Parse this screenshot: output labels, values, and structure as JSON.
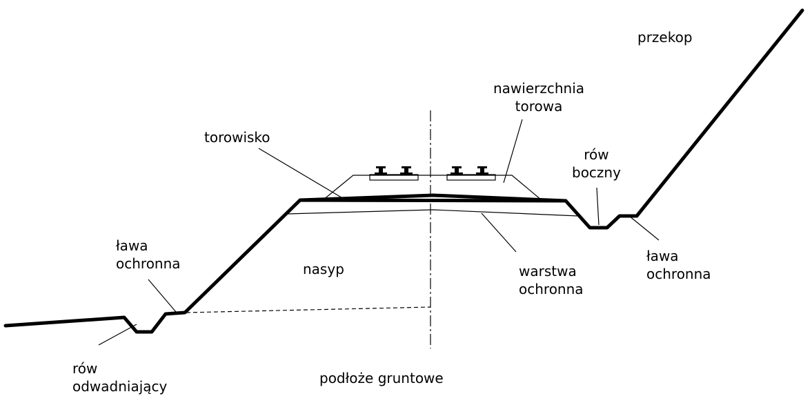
{
  "labels": {
    "przekop": "przekop",
    "nawierzchnia": [
      "nawierzchnia",
      "torowa"
    ],
    "torowisko": "torowisko",
    "row_boczny": [
      "rów",
      "boczny"
    ],
    "lawa_left": [
      "ława",
      "ochronna"
    ],
    "lawa_right": [
      "ława",
      "ochronna"
    ],
    "nasyp": "nasyp",
    "warstwa": [
      "warstwa",
      "ochronna"
    ],
    "row_odwadniajacy": [
      "rów",
      "odwadniający"
    ],
    "podloze": "podłoże gruntowe"
  },
  "colors": {
    "line": "#000000",
    "background": "#ffffff"
  }
}
